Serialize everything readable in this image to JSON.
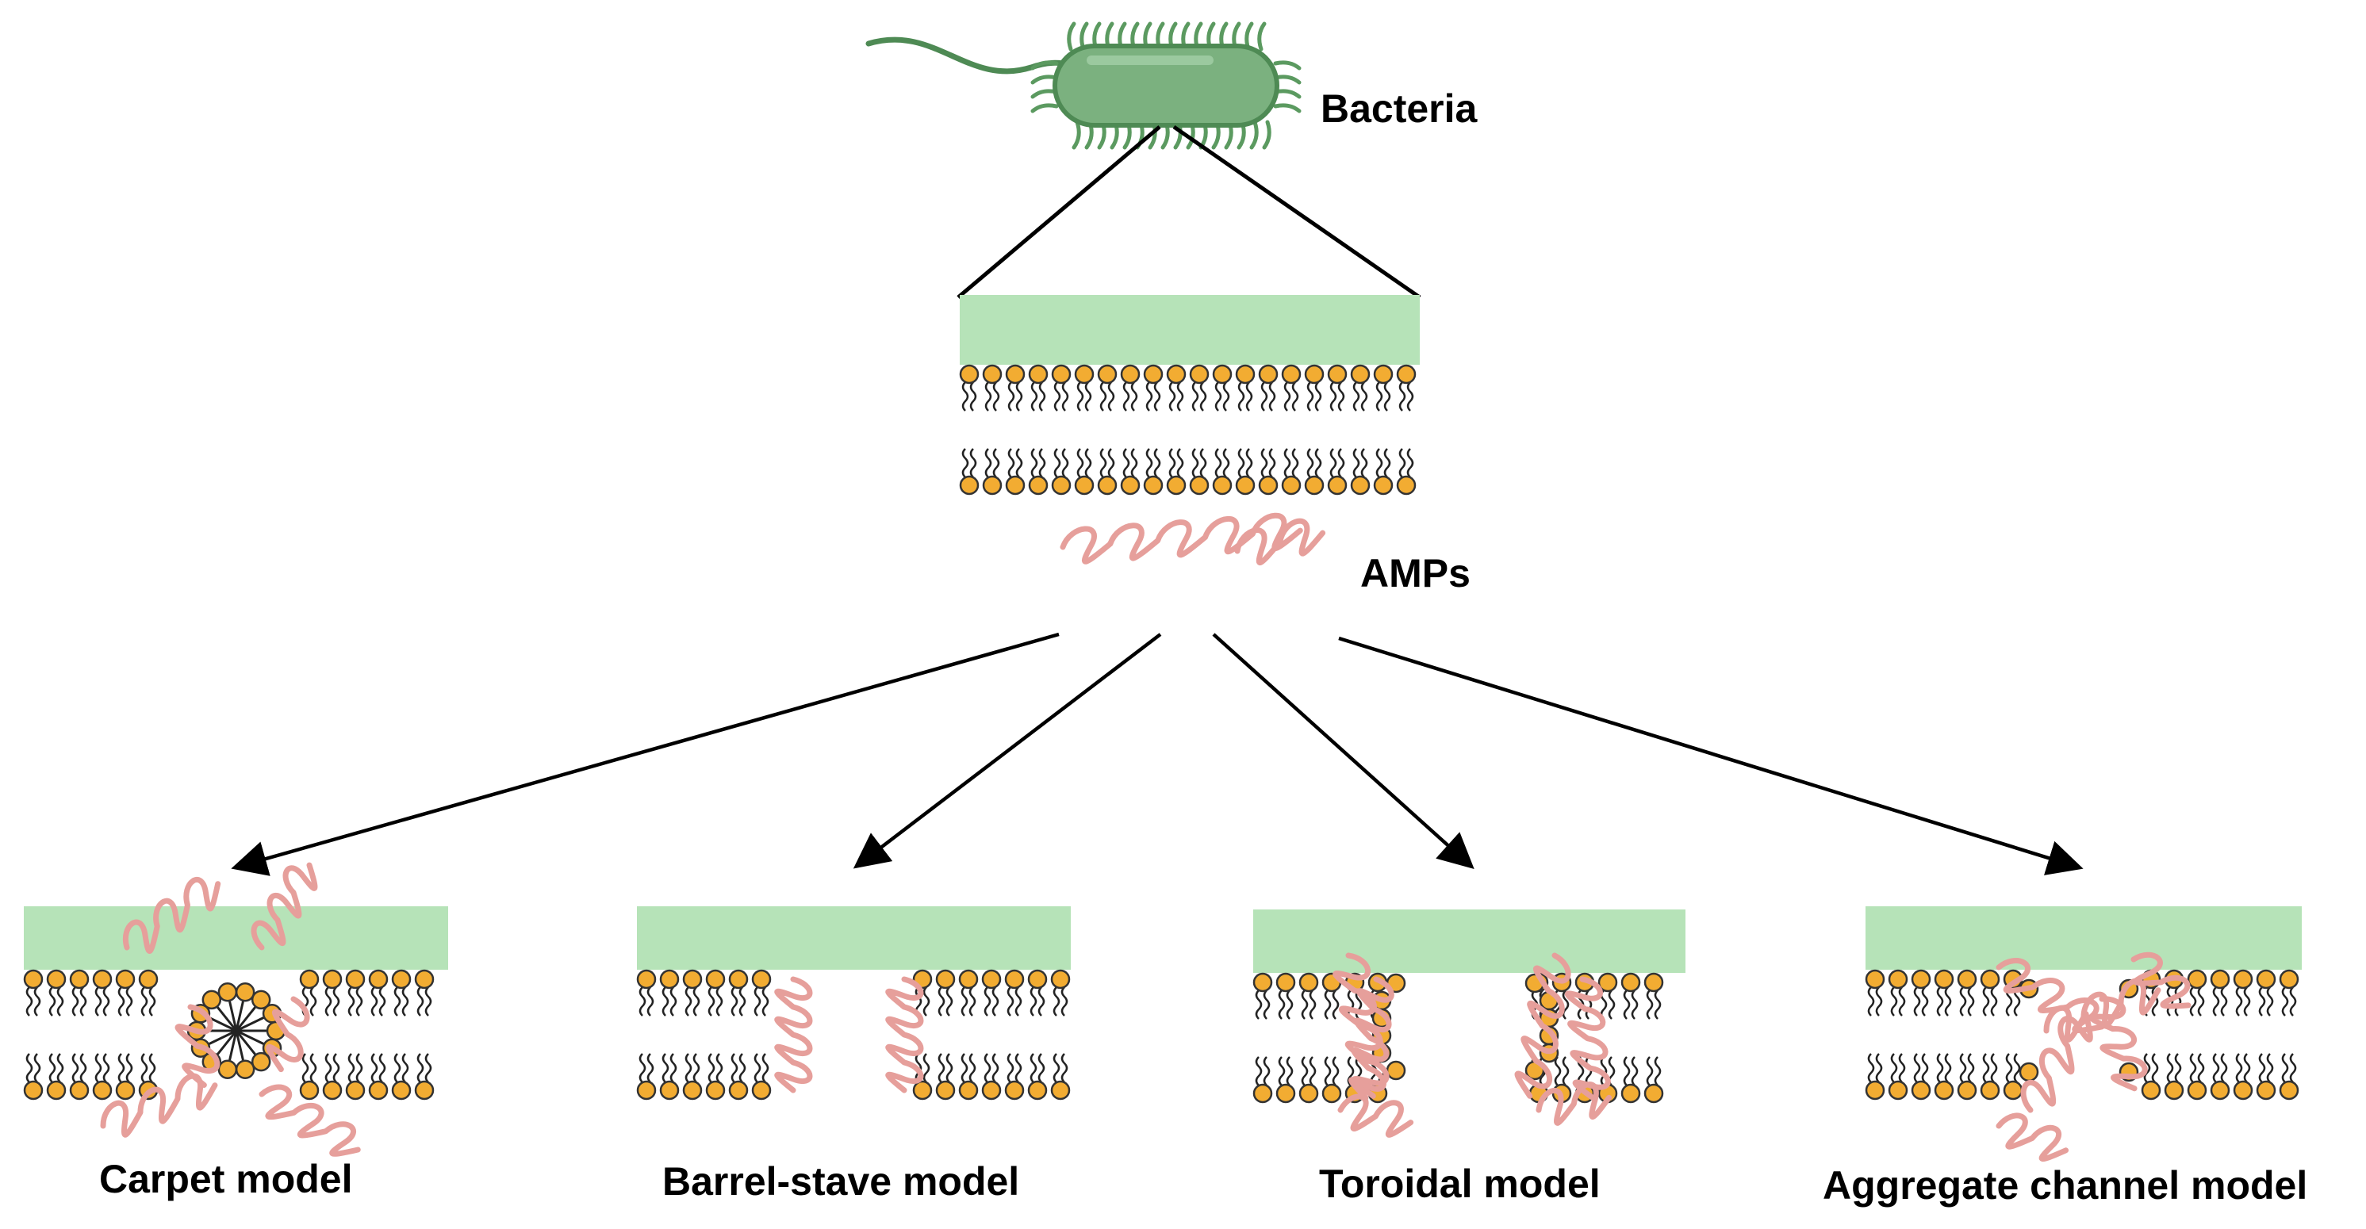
{
  "labels": {
    "bacteria": "Bacteria",
    "amps": "AMPs",
    "carpet": "Carpet model",
    "barrel": "Barrel-stave model",
    "toroidal": "Toroidal model",
    "aggregate": "Aggregate channel model"
  },
  "colors": {
    "membrane_green": "#b6e3b8",
    "lipid_head": "#f2ac32",
    "lipid_outline": "#333333",
    "peptide": "#e69f9b",
    "bacteria_body": "#7bb17f",
    "bacteria_dark": "#4e8a54",
    "line": "#000000"
  },
  "icons": [
    "bacteria-icon",
    "amp-peptide-icon",
    "lipid-bilayer-icon"
  ]
}
